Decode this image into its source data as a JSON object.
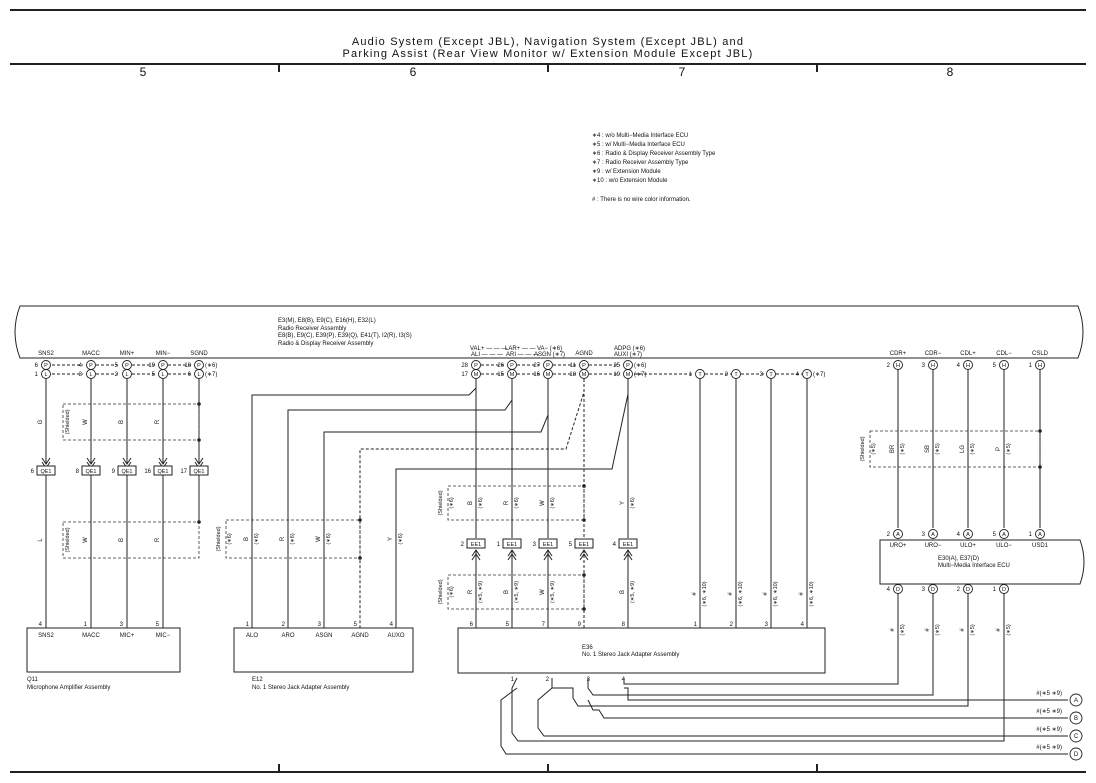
{
  "title": {
    "line1": "Audio System (Except JBL), Navigation System (Except JBL) and",
    "line2": "Parking Assist (Rear View Monitor w/ Extension Module Except JBL)"
  },
  "zones": [
    "5",
    "6",
    "7",
    "8"
  ],
  "legend": [
    "∗4 : w/o Multi−Media Interface ECU",
    "∗5 : w/ Multi−Media Interface ECU",
    "∗6 : Radio & Display Receiver Assembly Type",
    "∗7 : Radio Receiver Assembly Type",
    "∗9 : w/ Extension Module",
    "∗10 : w/o Extension Module"
  ],
  "legend_note": "# : There is no wire color information.",
  "receiver": {
    "line1": "E3(M), E8(B), E9(C), E16(H), E32(L)",
    "line2": "Radio Receiver Assembly",
    "line3": "E8(B), E9(C), E39(P), E39(Q), E41(T), I2(R), I3(S)",
    "line4": "Radio & Display Receiver Assembly"
  },
  "rx_pins": {
    "sns2": "SNS2",
    "macc": "MACC",
    "minp": "MIN+",
    "minm": "MIN−",
    "sgnd": "SGND",
    "valp": "VAL+ — — —",
    "ali": "ALI — — —",
    "larp": "LAR+ — —",
    "ari": "ARI — — —",
    "va": "VA− (∗6)",
    "asgn": "ASGN (∗7)",
    "agnd": "AGND",
    "adpg": "ADPG (∗6)",
    "auxi": "AUXI (∗7)",
    "cdrp": "CDR+",
    "cdrm": "CDR−",
    "cdlp": "CDL+",
    "cdlm": "CDL−",
    "csld": "CSLD",
    "n6": "6",
    "n1a": "1",
    "n4": "4",
    "n3": "3",
    "n5a": "5",
    "n2a": "2",
    "n19": "19",
    "n5b": "5",
    "n18": "18",
    "n6b": "6",
    "star6": "(∗6)",
    "star7": "(∗7)",
    "n28": "28",
    "n17": "17",
    "n26": "26",
    "n15": "15",
    "n27": "27",
    "n16": "16",
    "n11": "11",
    "n18b": "18",
    "n25": "25",
    "n19b": "19",
    "t1": "1",
    "t2": "2",
    "t3": "3",
    "t4": "4",
    "tstar7": "(∗7)",
    "h2": "2",
    "h3": "3",
    "h4": "4",
    "h5": "5",
    "h1": "1"
  },
  "pin_letters": {
    "P": "P",
    "L": "L",
    "M": "M",
    "T": "T",
    "H": "H",
    "A": "A",
    "D": "D"
  },
  "wire_colors": {
    "g": "G",
    "w": "W",
    "b": "B",
    "r": "R",
    "l": "L",
    "y": "Y",
    "br": "BR",
    "sb": "SB",
    "lg": "LG",
    "p": "P",
    "hash": "#",
    "shielded": "(Shielded)",
    "s6": "(∗6)",
    "s7": "(∗7)",
    "s5": "(∗5)",
    "s59": "(∗5, ∗9)",
    "s610": "(∗6, ∗10)"
  },
  "junctions": {
    "qe1": "QE1",
    "ee1": "EE1",
    "q6": "6",
    "q8": "8",
    "q9": "9",
    "q16": "16",
    "q17": "17",
    "e2": "2",
    "e1": "1",
    "e3": "3",
    "e5": "5",
    "e4": "4"
  },
  "q11": {
    "id": "Q11",
    "name": "Microphone Amplifier Assembly",
    "pins": [
      "SNS2",
      "MACC",
      "MIC+",
      "MIC−"
    ],
    "nums": [
      "4",
      "1",
      "3",
      "5"
    ]
  },
  "e12": {
    "id": "E12",
    "name": "No. 1 Stereo Jack Adapter Assembly",
    "pins": [
      "ALO",
      "ARO",
      "ASGN",
      "AGND",
      "AUXO"
    ],
    "nums": [
      "1",
      "2",
      "3",
      "5",
      "4"
    ]
  },
  "e36": {
    "id": "E36",
    "name": "No. 1 Stereo Jack Adapter Assembly",
    "top_nums": [
      "6",
      "5",
      "7",
      "9",
      "8",
      "1",
      "2",
      "3",
      "4"
    ],
    "bot_nums": [
      "1",
      "2",
      "3",
      "4"
    ]
  },
  "mmi": {
    "id": "E30(A), E37(D)",
    "name": "Multi−Media Interface ECU",
    "top_pins": [
      "URO+",
      "URO−",
      "ULO+",
      "ULO−",
      "USD1"
    ],
    "top_nums": [
      "2",
      "3",
      "4",
      "5",
      "1"
    ],
    "bot_nums": [
      "4",
      "3",
      "2",
      "1"
    ]
  },
  "offpage": {
    "labels": [
      "A",
      "B",
      "C",
      "D"
    ],
    "note": "#(∗5 ∗9)"
  }
}
